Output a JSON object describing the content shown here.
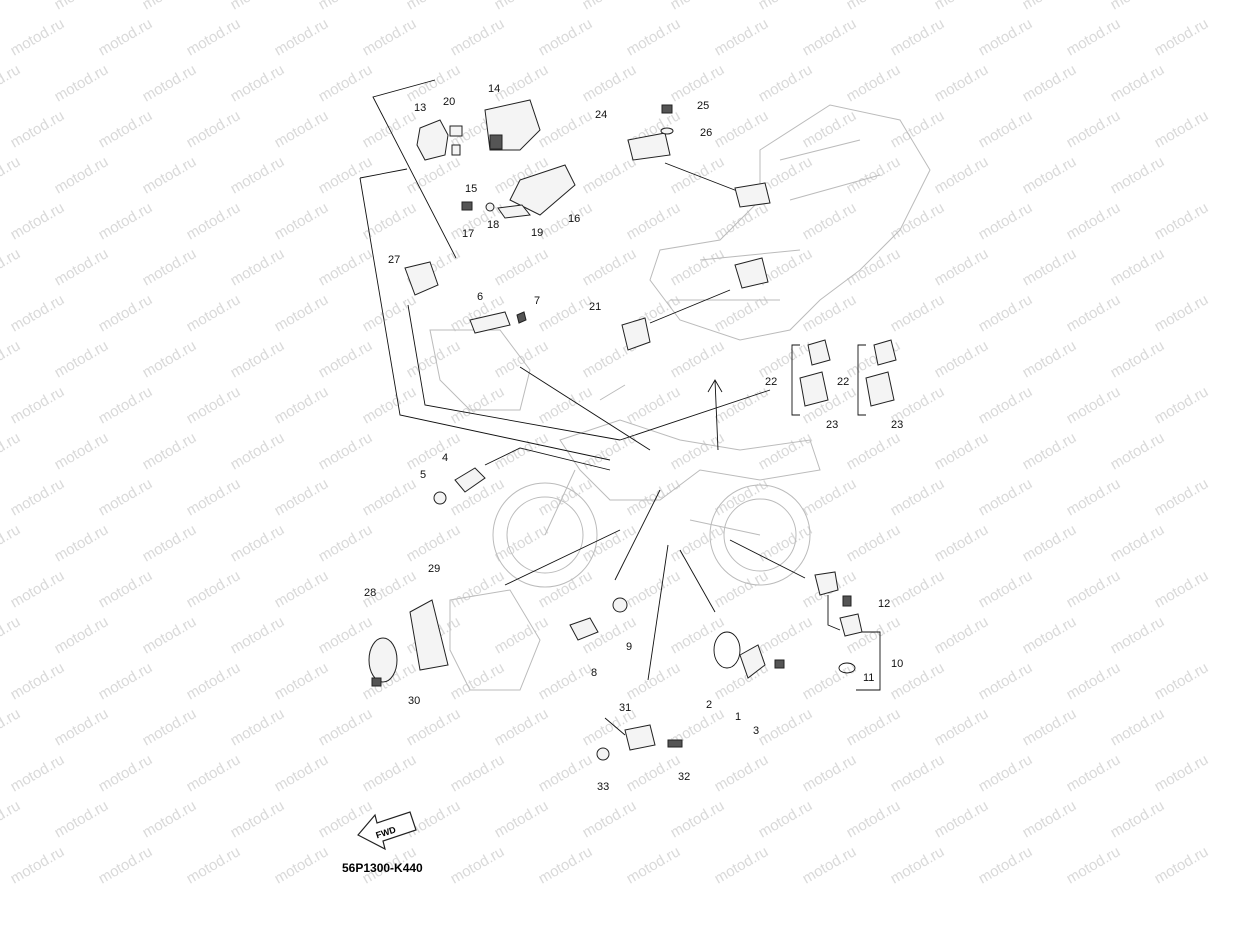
{
  "diagram": {
    "code": "56P1300-K440",
    "direction_arrow": "FWD",
    "watermark": "motod.ru",
    "labels": [
      {
        "id": "1",
        "text": "1"
      },
      {
        "id": "2",
        "text": "2"
      },
      {
        "id": "3",
        "text": "3"
      },
      {
        "id": "4",
        "text": "4"
      },
      {
        "id": "5",
        "text": "5"
      },
      {
        "id": "6",
        "text": "6"
      },
      {
        "id": "7",
        "text": "7"
      },
      {
        "id": "8",
        "text": "8"
      },
      {
        "id": "9",
        "text": "9"
      },
      {
        "id": "10",
        "text": "10"
      },
      {
        "id": "11",
        "text": "11"
      },
      {
        "id": "12",
        "text": "12"
      },
      {
        "id": "13",
        "text": "13"
      },
      {
        "id": "14",
        "text": "14"
      },
      {
        "id": "15",
        "text": "15"
      },
      {
        "id": "16",
        "text": "16"
      },
      {
        "id": "17",
        "text": "17"
      },
      {
        "id": "18",
        "text": "18"
      },
      {
        "id": "19",
        "text": "19"
      },
      {
        "id": "20",
        "text": "20"
      },
      {
        "id": "21",
        "text": "21"
      },
      {
        "id": "22a",
        "text": "22"
      },
      {
        "id": "22b",
        "text": "22"
      },
      {
        "id": "23a",
        "text": "23"
      },
      {
        "id": "23b",
        "text": "23"
      },
      {
        "id": "24",
        "text": "24"
      },
      {
        "id": "25",
        "text": "25"
      },
      {
        "id": "26",
        "text": "26"
      },
      {
        "id": "27",
        "text": "27"
      },
      {
        "id": "28",
        "text": "28"
      },
      {
        "id": "29",
        "text": "29"
      },
      {
        "id": "30",
        "text": "30"
      },
      {
        "id": "31",
        "text": "31"
      },
      {
        "id": "32",
        "text": "32"
      },
      {
        "id": "33",
        "text": "33"
      }
    ]
  }
}
